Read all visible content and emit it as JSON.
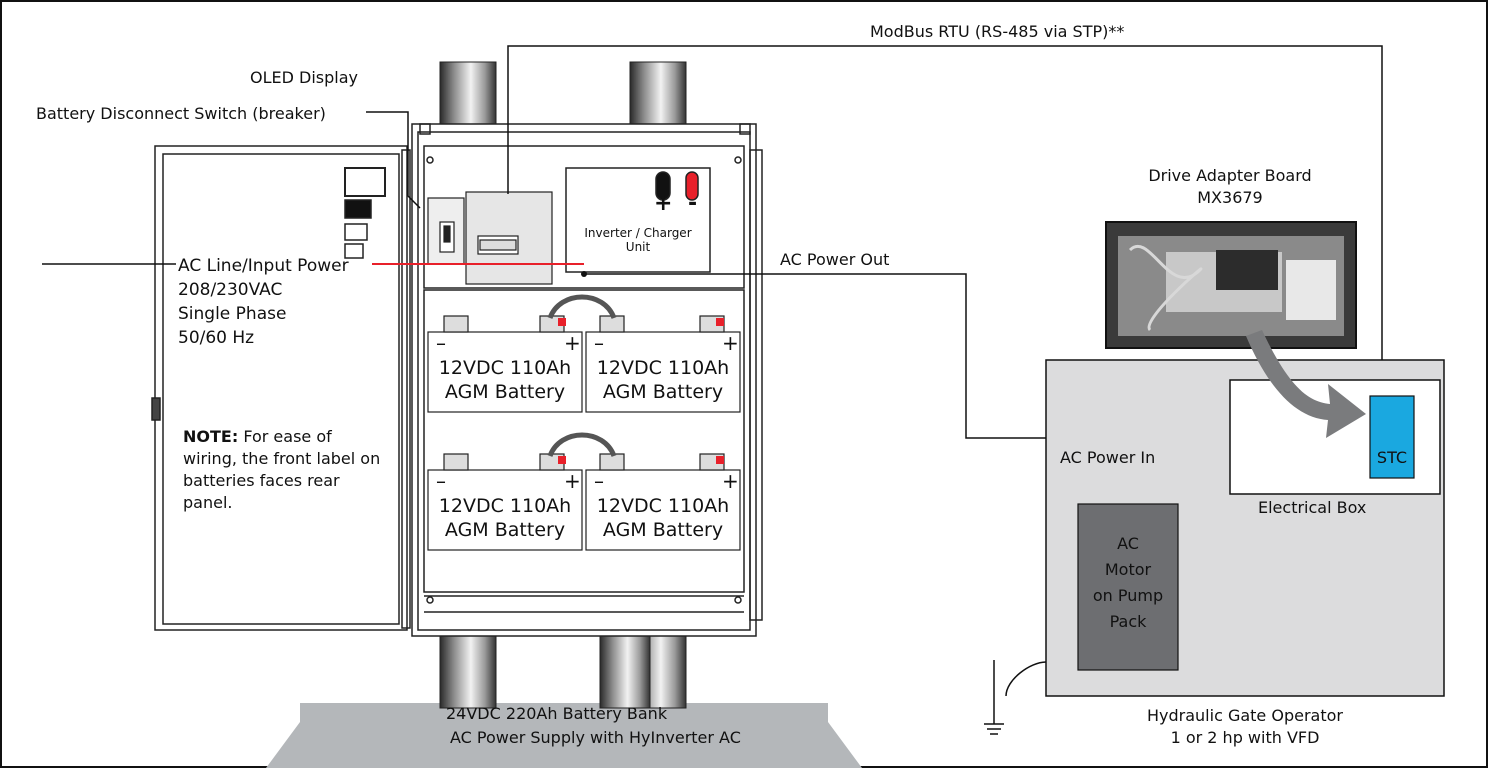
{
  "labels": {
    "modbus": "ModBus RTU (RS-485 via STP)**",
    "oled": "OLED Display",
    "battery_disconnect": "Battery Disconnect Switch (breaker)",
    "ac_line_1": "AC Line/Input Power",
    "ac_line_2": "208/230VAC",
    "ac_line_3": "Single Phase",
    "ac_line_4": "50/60 Hz",
    "inverter_1": "Inverter / Charger",
    "inverter_2": "Unit",
    "ac_power_out": "AC Power Out",
    "drive_adapter_1": "Drive Adapter Board",
    "drive_adapter_2": "MX3679",
    "ac_power_in": "AC Power In",
    "stc": "STC",
    "electrical_box": "Electrical Box",
    "motor_1": "AC",
    "motor_2": "Motor",
    "motor_3": "on Pump",
    "motor_4": "Pack",
    "gate_operator_1": "Hydraulic Gate Operator",
    "gate_operator_2": "1 or 2 hp with VFD",
    "bank_1": "24VDC  220Ah Battery Bank",
    "bank_2": "AC Power Supply with HyInverter AC",
    "note_bold": "NOTE:",
    "note_text": "For ease of wiring, the front label on batteries faces rear panel.",
    "plus": "+",
    "minus": "-"
  },
  "batteries": [
    {
      "line1": "12VDC  110Ah",
      "line2": "AGM Battery"
    },
    {
      "line1": "12VDC  110Ah",
      "line2": "AGM Battery"
    },
    {
      "line1": "12VDC  110Ah",
      "line2": "AGM Battery"
    },
    {
      "line1": "12VDC  110Ah",
      "line2": "AGM Battery"
    }
  ],
  "colors": {
    "line": "#111111",
    "red_wire": "#e8202a",
    "stc_fill": "#1aa8e0",
    "gate_box": "#dcdcdd",
    "motor": "#6d6e71",
    "banner": "#b4b7ba",
    "arrow": "#7a7b7d"
  }
}
